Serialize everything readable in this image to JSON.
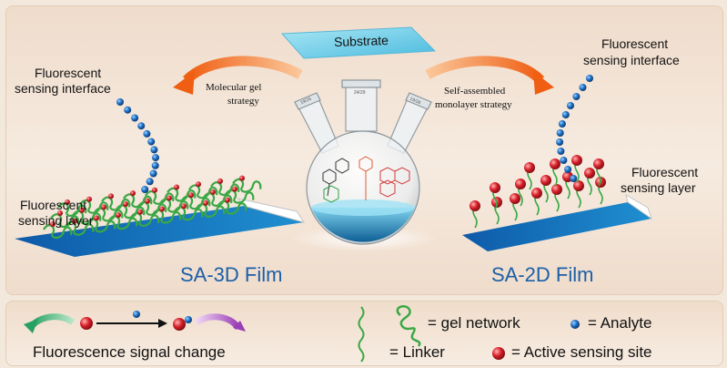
{
  "labels": {
    "substrate": "Substrate",
    "molecular_gel": [
      "Molecular gel",
      "strategy"
    ],
    "self_assembled": [
      "Self-assembled",
      "monolayer strategy"
    ],
    "interface_left": [
      "Fluorescent",
      "sensing interface"
    ],
    "interface_right": [
      "Fluorescent",
      "sensing interface"
    ],
    "layer_left": [
      "Fluorescent",
      "sensing layer"
    ],
    "layer_right": [
      "Fluorescent",
      "sensing layer"
    ],
    "film_3d": "SA-3D Film",
    "film_2d": "SA-2D Film",
    "flask_marks": [
      "19/26",
      "24/29",
      "19/26"
    ]
  },
  "legend": {
    "signal_change": "Fluorescence signal change",
    "gel_network": "= gel network",
    "analyte": "= Analyte",
    "linker": "= Linker",
    "active_site": "= Active sensing site"
  },
  "colors": {
    "film_title": "#1b5fa8",
    "analyte": "#1e6fc4",
    "active_site": "#d8202a",
    "gel": "#3aa845",
    "arrow": "#ef6a1a",
    "substrate": "#7fd6ea"
  }
}
